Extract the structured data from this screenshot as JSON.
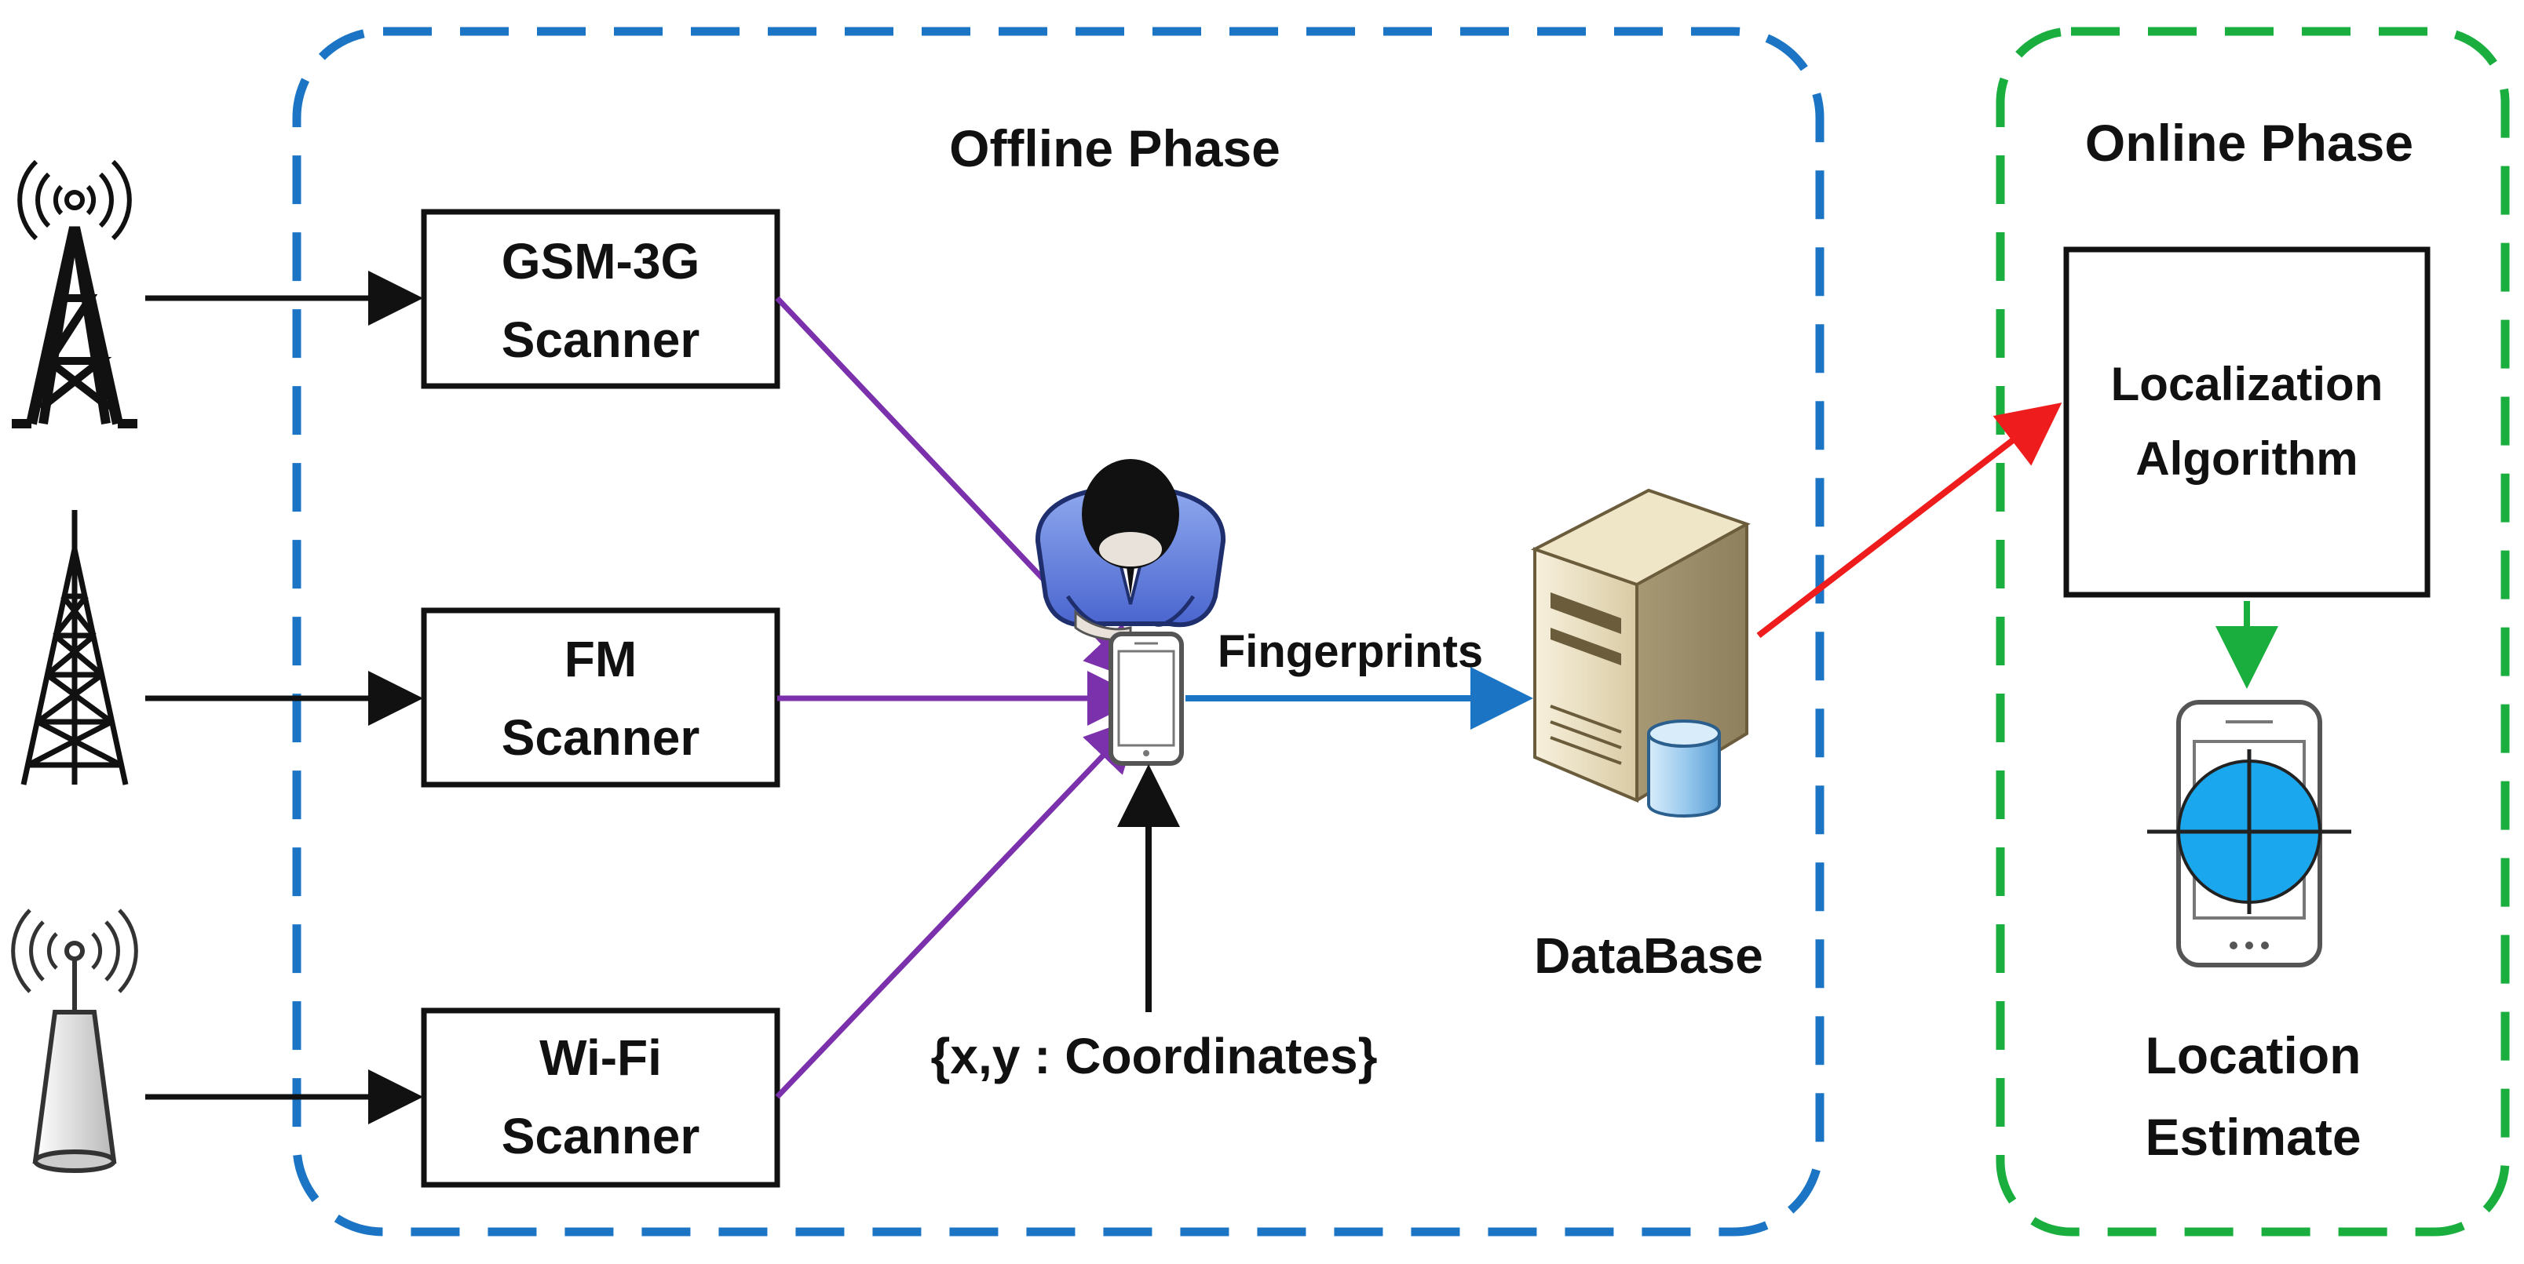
{
  "offline_phase": {
    "title": "Offline Phase"
  },
  "online_phase": {
    "title": "Online Phase"
  },
  "scanners": [
    {
      "line1": "GSM-3G",
      "line2": "Scanner",
      "source_icon": "cell-tower-icon"
    },
    {
      "line1": "FM",
      "line2": "Scanner",
      "source_icon": "radio-tower-icon"
    },
    {
      "line1": "Wi-Fi",
      "line2": "Scanner",
      "source_icon": "wifi-access-point-icon"
    }
  ],
  "fingerprints_label": "Fingerprints",
  "coordinates_label": "{x,y : Coordinates}",
  "database_label": "DataBase",
  "algorithm": {
    "line1": "Localization",
    "line2": "Algorithm"
  },
  "location_estimate": {
    "line1": "Location",
    "line2": "Estimate"
  },
  "icons": [
    "user-top-view-icon",
    "smartphone-icon",
    "database-server-icon",
    "phone-map-target-icon"
  ],
  "colors": {
    "offline_border": "#1b75c4",
    "online_border": "#1aae3e",
    "scanner_arrows": "#7b30ac",
    "fingerprint_arrow": "#1b75c4",
    "db_to_algorithm_arrow": "#ee1c1c",
    "algorithm_to_estimate_arrow": "#1aae3e",
    "target_fill": "#1aa7ee"
  }
}
